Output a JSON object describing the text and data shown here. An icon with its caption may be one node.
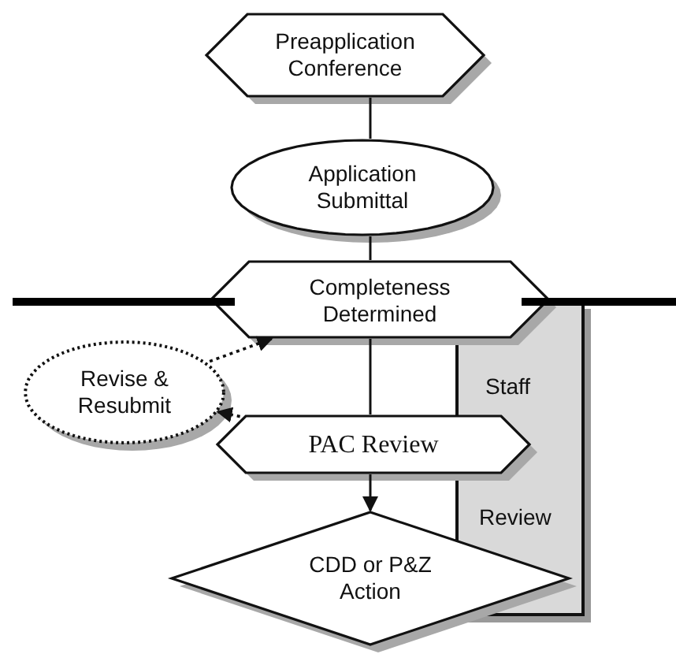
{
  "diagram": {
    "nodes": [
      {
        "text": [
          "Preapplication Conference"
        ]
      },
      {
        "text": [
          "Application Submittal"
        ]
      },
      {
        "text": [
          "Completeness Determined"
        ]
      },
      {
        "text": [
          "Revise & Resubmit"
        ]
      },
      {
        "text": [
          "Staff",
          "Review"
        ]
      },
      {
        "text": [
          "PAC Review"
        ]
      },
      {
        "text": [
          "CDD or P&Z Action"
        ]
      }
    ],
    "edges": [
      {
        "from": 0,
        "to": 1,
        "arrow": "none"
      },
      {
        "from": 1,
        "to": 2,
        "arrow": "none"
      },
      {
        "from": 2,
        "to": 5,
        "arrow": "none"
      },
      {
        "from": 5,
        "to": 6,
        "arrow": "to"
      },
      {
        "from": 3,
        "to": 2,
        "arrow": "to",
        "style": "dashed"
      },
      {
        "from": 5,
        "to": 3,
        "arrow": "to",
        "style": "dashed"
      }
    ]
  }
}
